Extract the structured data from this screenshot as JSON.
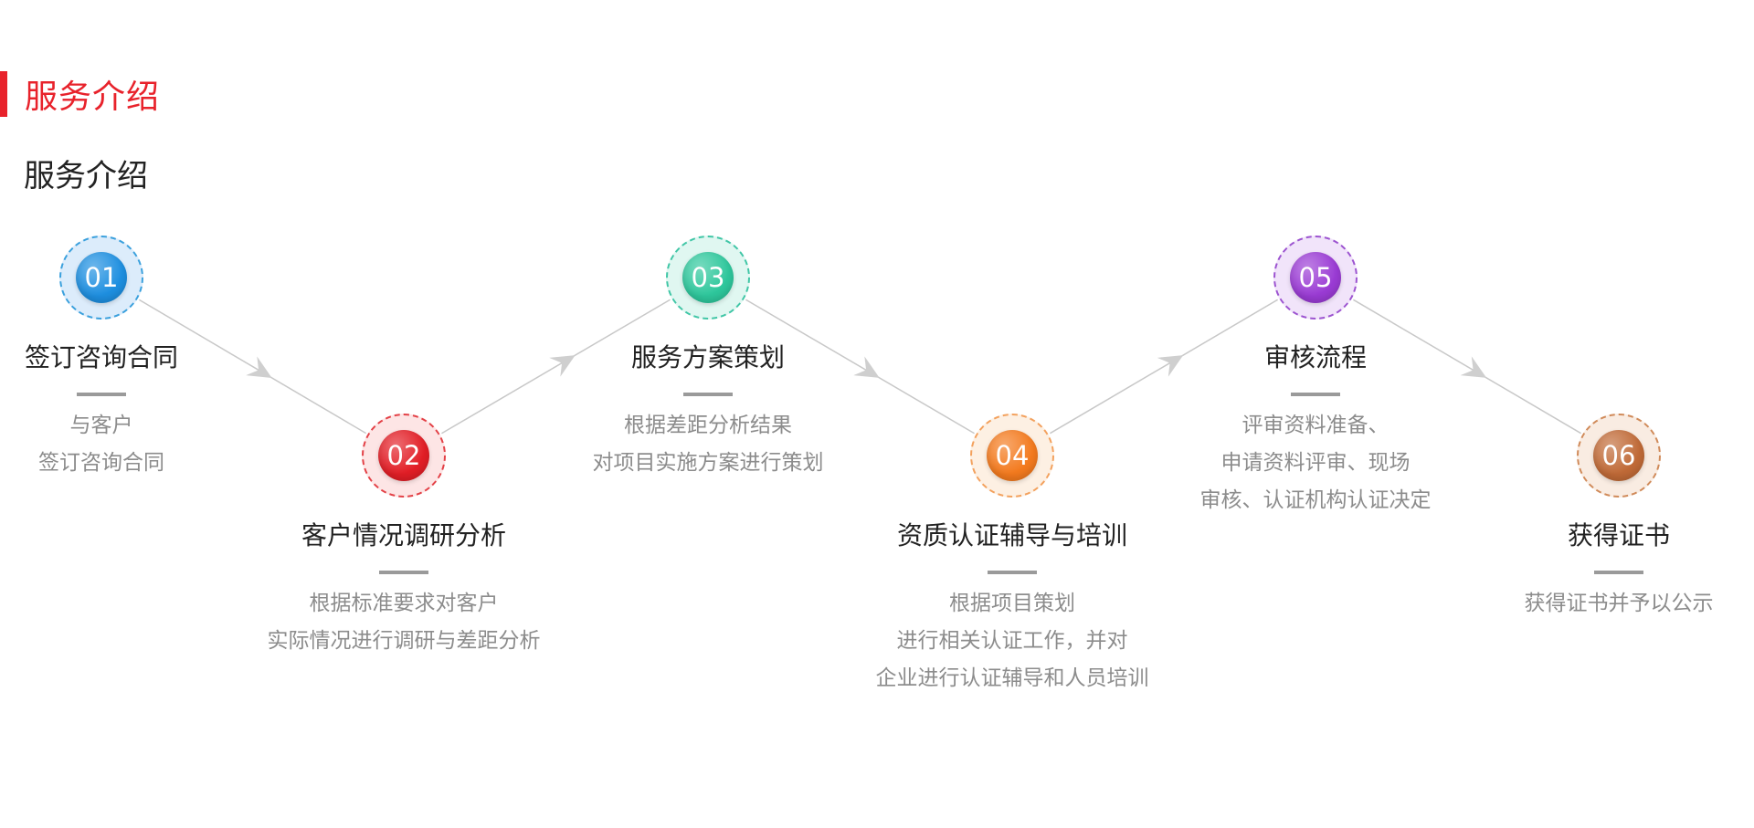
{
  "header": {
    "section_title": "服务介绍",
    "subtitle": "服务介绍",
    "accent_color": "#e8222b"
  },
  "steps": [
    {
      "number": "01",
      "title": "签订咨询合同",
      "desc": [
        "与客户",
        "签订咨询合同"
      ],
      "color": "#1e8fe0",
      "ring_color": "#3aa0dd",
      "halo_color": "#dcecfb"
    },
    {
      "number": "02",
      "title": "客户情况调研分析",
      "desc": [
        "根据标准要求对客户",
        "实际情况进行调研与差距分析"
      ],
      "color": "#e21e26",
      "ring_color": "#e34046",
      "halo_color": "#fde5e5"
    },
    {
      "number": "03",
      "title": "服务方案策划",
      "desc": [
        "根据差距分析结果",
        "对项目实施方案进行策划"
      ],
      "color": "#2ec79c",
      "ring_color": "#40c6a6",
      "halo_color": "#e0f7f1"
    },
    {
      "number": "04",
      "title": "资质认证辅导与培训",
      "desc": [
        "根据项目策划",
        "进行相关认证工作，并对",
        "企业进行认证辅导和人员培训"
      ],
      "color": "#f37a1e",
      "ring_color": "#f3a15d",
      "halo_color": "#fdf0e3"
    },
    {
      "number": "05",
      "title": "审核流程",
      "desc": [
        "评审资料准备、",
        "申请资料评审、现场",
        "审核、认证机构认证决定"
      ],
      "color": "#9a3bd4",
      "ring_color": "#9c53d0",
      "halo_color": "#f1e4fa"
    },
    {
      "number": "06",
      "title": "获得证书",
      "desc": [
        "获得证书并予以公示"
      ],
      "color": "#c06a37",
      "ring_color": "#d08a59",
      "halo_color": "#f9ece2"
    }
  ]
}
